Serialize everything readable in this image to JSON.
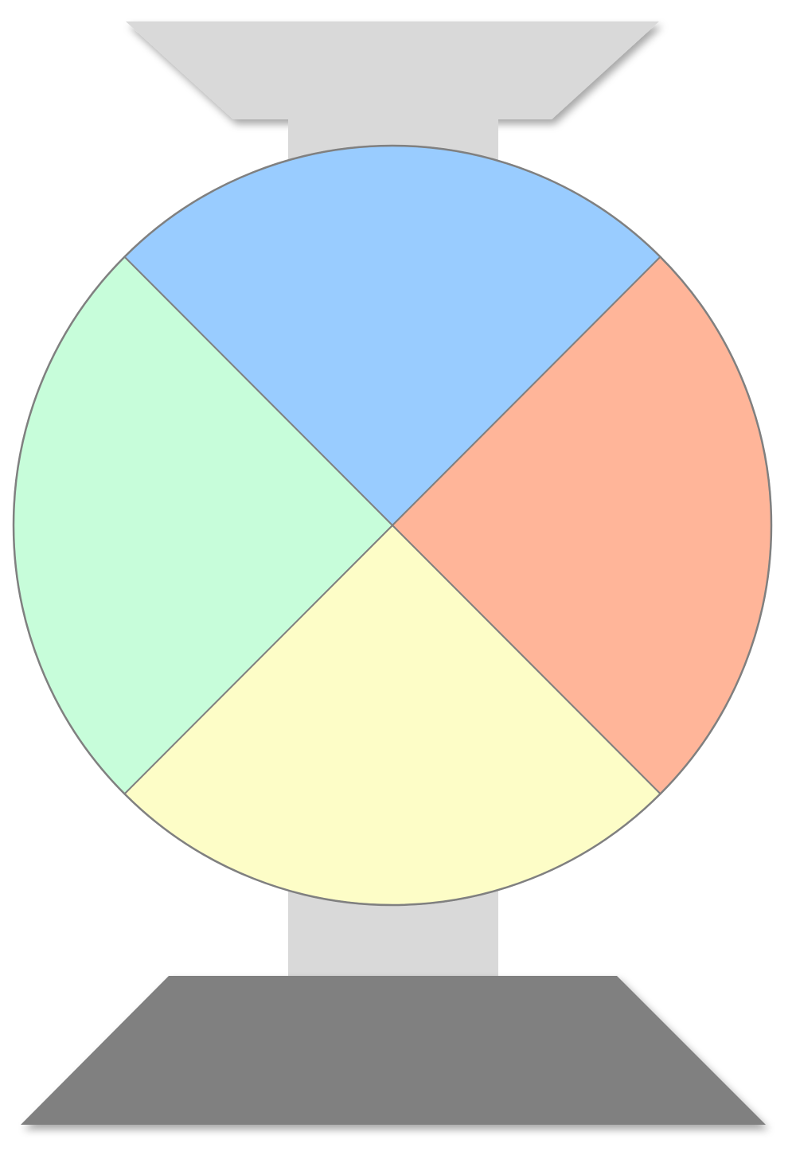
{
  "diagram": {
    "colors": {
      "background": "#ffffff",
      "top_cap": "#d9d9d9",
      "column": "#d9d9d9",
      "base": "#808080",
      "outline": "#808080",
      "shadow": "#000000"
    },
    "wheel_segments": [
      {
        "name": "top",
        "color": "#99ccff"
      },
      {
        "name": "right",
        "color": "#ffb599"
      },
      {
        "name": "bottom",
        "color": "#fdfdc7"
      },
      {
        "name": "left",
        "color": "#c7fdda"
      }
    ]
  }
}
